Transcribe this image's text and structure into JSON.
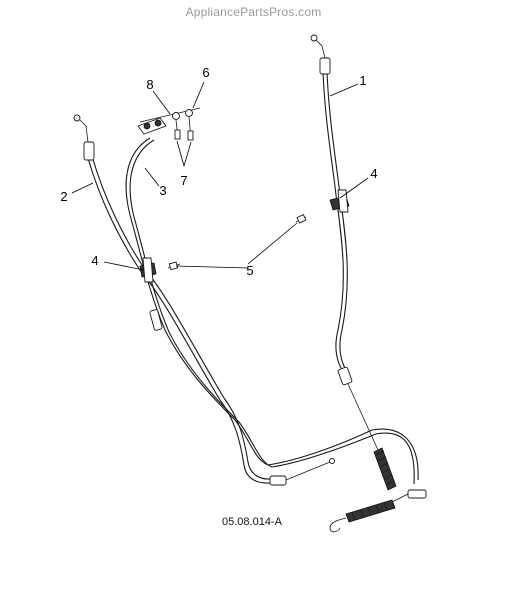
{
  "watermark": "AppliancePartsPros.com",
  "diagram_code": "05.08.014-A",
  "callouts": {
    "c1": "1",
    "c2": "2",
    "c3": "3",
    "c4a": "4",
    "c4b": "4",
    "c5": "5",
    "c6": "6",
    "c7": "7",
    "c8": "8"
  }
}
